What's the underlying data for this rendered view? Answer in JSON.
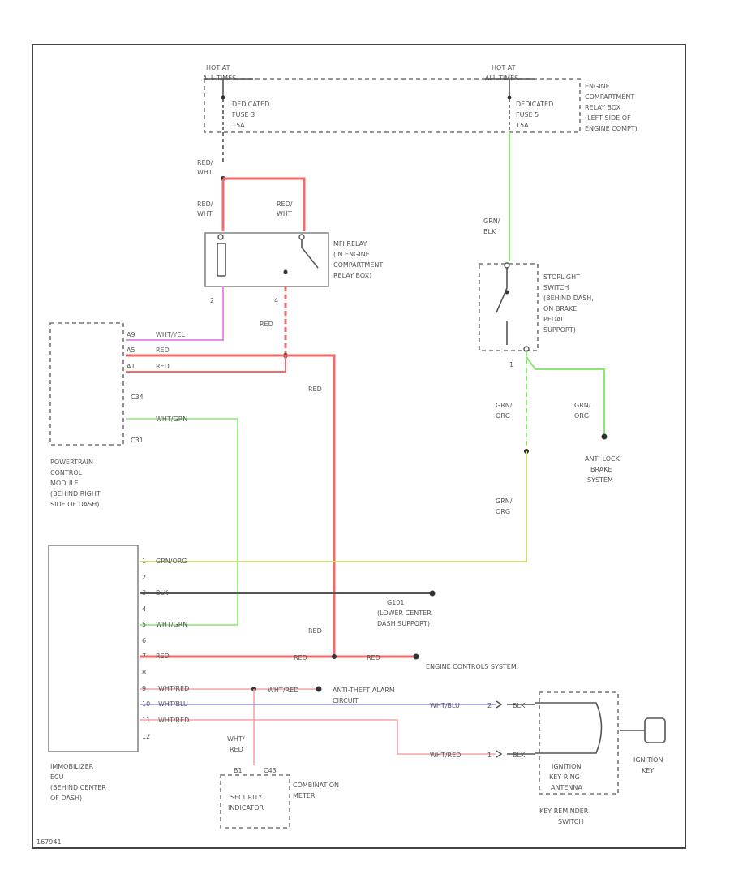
{
  "colors": {
    "red": "#f26a6a",
    "green": "#86e873",
    "yellow_green": "#c9e07a",
    "pink": "#e08ee8",
    "blue": "#8f8fe6",
    "black": "#555555",
    "light_red": "#f6a3a3"
  },
  "labels": {
    "hot_left_1": "HOT AT",
    "hot_left_2": "ALL TIMES",
    "hot_right_1": "HOT AT",
    "hot_right_2": "ALL TIMES",
    "fuse_left_1": "DEDICATED",
    "fuse_left_2": "FUSE 3",
    "fuse_left_3": "15A",
    "fuse_right_1": "DEDICATED",
    "fuse_right_2": "FUSE 5",
    "fuse_right_3": "15A",
    "ecrb_1": "ENGINE",
    "ecrb_2": "COMPARTMENT",
    "ecrb_3": "RELAY BOX",
    "ecrb_4": "(LEFT SIDE OF",
    "ecrb_5": "ENGINE COMPT)",
    "redwht_a1": "RED/",
    "redwht_a2": "WHT",
    "redwht_b1": "RED/",
    "redwht_b2": "WHT",
    "redwht_c1": "RED/",
    "redwht_c2": "WHT",
    "mfi_1": "MFI RELAY",
    "mfi_2": "(IN ENGINE",
    "mfi_3": "COMPARTMENT",
    "mfi_4": "RELAY BOX)",
    "pin_2": "2",
    "pin_4": "4",
    "red_mfi": "RED",
    "grnblk_1": "GRN/",
    "grnblk_2": "BLK",
    "stop_1": "STOPLIGHT",
    "stop_2": "SWITCH",
    "stop_3": "(BEHIND DASH,",
    "stop_4": "ON BRAKE",
    "stop_5": "PEDAL",
    "stop_6": "SUPPORT)",
    "pin_1": "1",
    "pcm_a9": "A9",
    "pcm_a9w": "WHT/YEL",
    "pcm_a5": "A5",
    "pcm_a5w": "RED",
    "pcm_a1": "A1",
    "pcm_a1w": "RED",
    "pcm_c4": "C34",
    "pcm_c1": "C31",
    "pcm_c1w": "WHT/GRN",
    "red_vert": "RED",
    "grnorg_a1": "GRN/",
    "grnorg_a2": "ORG",
    "grnorg_b1": "GRN/",
    "grnorg_b2": "ORG",
    "abs_1": "ANTI-LOCK",
    "abs_2": "BRAKE",
    "abs_3": "SYSTEM",
    "pcm_1": "POWERTRAIN",
    "pcm_2": "CONTROL",
    "pcm_3": "MODULE",
    "pcm_4": "(BEHIND RIGHT",
    "pcm_5": "SIDE OF DASH)",
    "grnorg_c1": "GRN/",
    "grnorg_c2": "ORG",
    "imm_p1": "1",
    "imm_w1": "GRN/ORG",
    "imm_p2": "2",
    "imm_p3": "3",
    "imm_w3": "BLK",
    "imm_p4": "4",
    "imm_p5": "5",
    "imm_w5": "WHT/GRN",
    "imm_p6": "6",
    "imm_p7": "7",
    "imm_w7": "RED",
    "imm_p8": "8",
    "imm_p9": "9",
    "imm_w9": "WHT/RED",
    "imm_p10": "10",
    "imm_w10": "WHT/BLU",
    "imm_p11": "11",
    "imm_w11": "WHT/RED",
    "imm_p12": "12",
    "g_1": "G101",
    "g_2": "(LOWER CENTER",
    "g_3": "DASH SUPPORT)",
    "red_low": "RED",
    "red_c1": "RED",
    "red_c2": "RED",
    "ecs": "ENGINE CONTROLS SYSTEM",
    "whtred_a": "WHT/RED",
    "ata_1": "ANTI-THEFT ALARM",
    "ata_2": "CIRCUIT",
    "whtblu_b": "WHT/BLU",
    "kr_p2": "2",
    "kr_w2": "BLK",
    "whtred_b": "WHT/RED",
    "kr_p1": "1",
    "kr_w1": "BLK",
    "whtred_v1": "WHT/",
    "whtred_v2": "RED",
    "sec_p1": "B1",
    "sec_p2": "C43",
    "sec_1": "SECURITY",
    "sec_2": "INDICATOR",
    "comb_1": "COMBINATION",
    "comb_2": "METER",
    "imm_1": "IMMOBILIZER",
    "imm_2": "ECU",
    "imm_3": "(BEHIND CENTER",
    "imm_4": "OF DASH)",
    "ign_1": "IGNITION",
    "ign_2": "KEY RING",
    "ign_3": "ANTENNA",
    "ignkey_1": "IGNITION",
    "ignkey_2": "KEY",
    "krs_1": "KEY REMINDER",
    "krs_2": "SWITCH",
    "code": "167941"
  }
}
